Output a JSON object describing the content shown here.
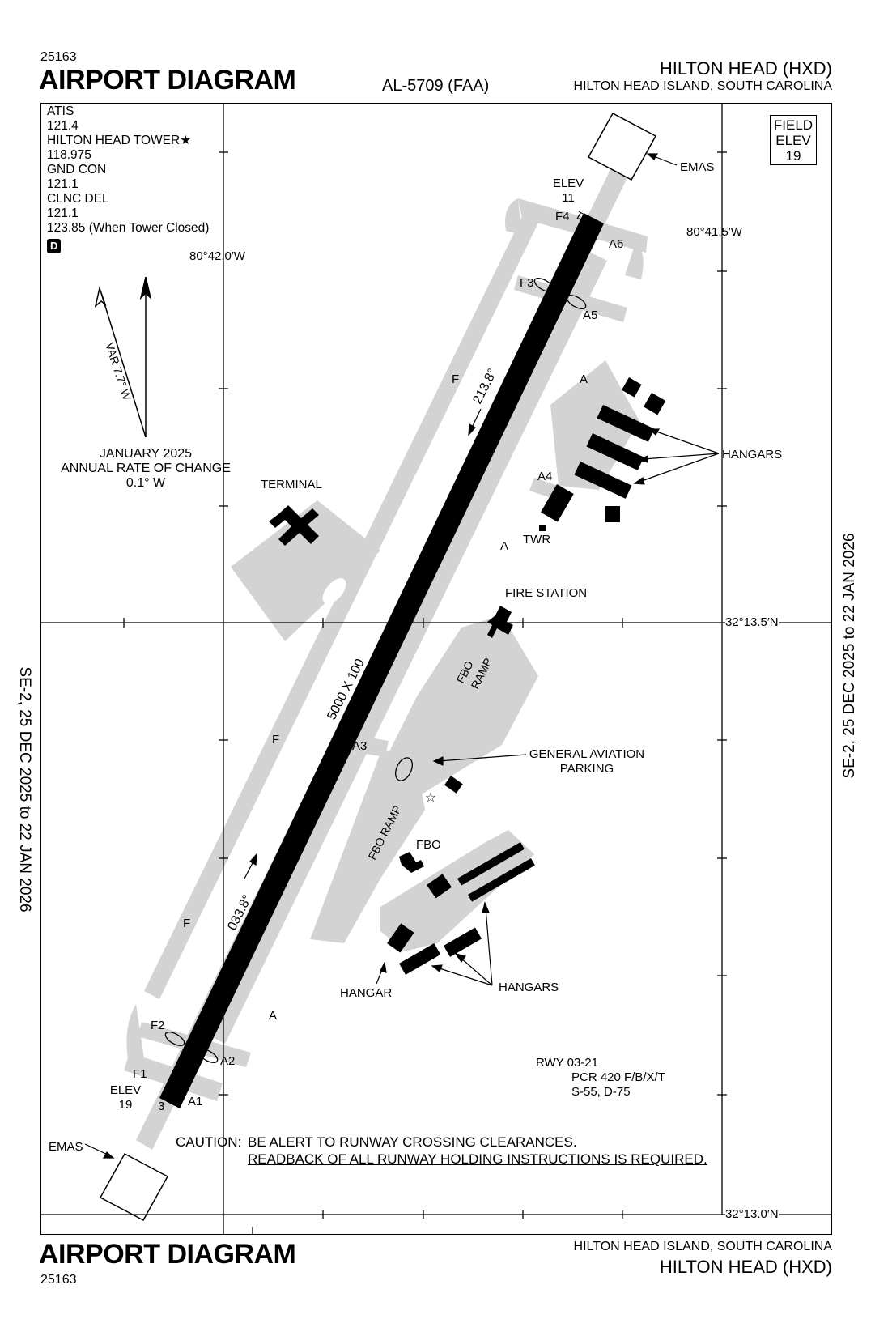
{
  "header": {
    "chart_number": "25163",
    "title": "AIRPORT DIAGRAM",
    "procedure_id": "AL-5709 (FAA)",
    "airport_name": "HILTON HEAD (HXD)",
    "location": "HILTON HEAD ISLAND, SOUTH CAROLINA"
  },
  "footer": {
    "chart_number": "25163",
    "title": "AIRPORT DIAGRAM",
    "airport_name": "HILTON HEAD (HXD)",
    "location": "HILTON HEAD ISLAND, SOUTH CAROLINA"
  },
  "side_labels": {
    "left": "SE-2,  25 DEC 2025  to  22 JAN 2026",
    "right": "SE-2,  25 DEC 2025  to  22 JAN 2026"
  },
  "frequencies": [
    "ATIS",
    "121.4",
    "HILTON HEAD TOWER★",
    "118.975",
    "GND CON",
    "121.1",
    "CLNC DEL",
    "121.1",
    "123.85 (When Tower Closed)"
  ],
  "datalink_badge": "D",
  "field_elev": {
    "line1": "FIELD",
    "line2": "ELEV",
    "value": "19"
  },
  "coordinates": {
    "lon_west": "80°42.0′W",
    "lon_east": "80°41.5′W",
    "lat_mid": "32°13.5′N",
    "lat_bottom": "32°13.0′N"
  },
  "magnetic": {
    "var_label": "VAR 7.7° W",
    "epoch_line1": "JANUARY 2025",
    "epoch_line2": "ANNUAL RATE OF CHANGE",
    "epoch_line3": "0.1° W"
  },
  "runway": {
    "dims": "5000 X 100",
    "heading_ne": "033.8°",
    "heading_sw": "213.8°",
    "end_ne_number": "21",
    "end_sw_number": "3",
    "elev_label": "ELEV",
    "elev_ne": "11",
    "elev_sw": "19"
  },
  "taxiways": {
    "F": "F",
    "A": "A",
    "F1": "F1",
    "F2": "F2",
    "F3": "F3",
    "F4": "F4",
    "A1": "A1",
    "A2": "A2",
    "A3": "A3",
    "A4": "A4",
    "A5": "A5",
    "A6": "A6"
  },
  "labels": {
    "emas": "EMAS",
    "hangars": "HANGARS",
    "hangar": "HANGAR",
    "terminal": "TERMINAL",
    "twr": "TWR",
    "fire_station": "FIRE STATION",
    "fbo_ramp_line1": "FBO",
    "fbo_ramp_line2": "RAMP",
    "fbo_ramp": "FBO RAMP",
    "fbo": "FBO",
    "ga_line1": "GENERAL AVIATION",
    "ga_line2": "PARKING"
  },
  "pcr": {
    "line1": "RWY 03-21",
    "line2": "PCR 420 F/B/X/T",
    "line3": "S-55, D-75"
  },
  "caution": {
    "prefix": "CAUTION:",
    "line1": "BE ALERT TO RUNWAY CROSSING CLEARANCES.",
    "line2": "READBACK OF ALL RUNWAY HOLDING INSTRUCTIONS IS REQUIRED."
  },
  "colors": {
    "pavement": "#d3d3d3",
    "runway": "#000000",
    "building": "#000000"
  }
}
